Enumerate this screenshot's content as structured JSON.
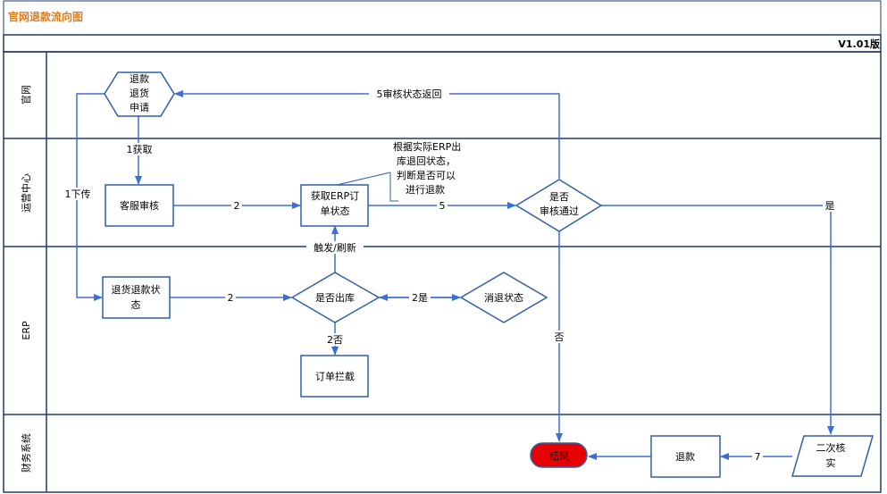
{
  "title": "官网退款流向图",
  "version": "V1.01版",
  "lanes": [
    "官网",
    "运营中心",
    "ERP",
    "财务系统"
  ],
  "nodes": {
    "refund_request": [
      "退款",
      "退货",
      "申请"
    ],
    "cs_review": "客服审核",
    "fetch_erp": [
      "获取ERP订",
      "单状态"
    ],
    "approved": [
      "是否",
      "审核通过"
    ],
    "return_status": [
      "退货退款状",
      "态"
    ],
    "shipped": "是否出库",
    "cancel_return": "消退状态",
    "order_intercept": "订单拦截",
    "end": "结果",
    "refund": "退款",
    "second_check": [
      "二次核",
      "实"
    ]
  },
  "note": [
    "根据实际ERP出",
    "库退回状态，",
    "判断是否可以",
    "进行退款"
  ],
  "edge_labels": {
    "fetch": "1获取",
    "upload": "1下传",
    "e2_top": "2",
    "e5": "5",
    "audit_return": "5审核状态返回",
    "yes_right": "是",
    "trigger": "触发/刷新",
    "e2_mid": "2",
    "yes_cancel": "2是",
    "no_ship": "2否",
    "no_end": "否",
    "e7": "7"
  },
  "colors": {
    "title": "#e07b1a",
    "arrow": "#3b6fd6",
    "box_border": "#2f5fa8",
    "grid": "#1f3c6e",
    "end_fill": "#e60000"
  }
}
